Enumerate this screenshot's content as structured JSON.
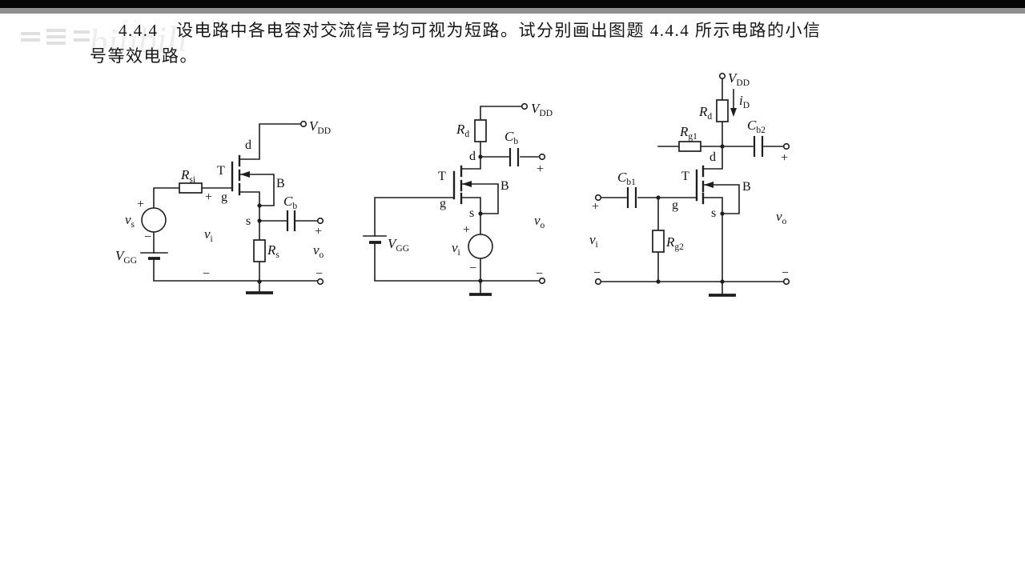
{
  "page": {
    "line1": "4.4.4　设电路中各电容对交流信号均可视为短路。试分别画出图题 4.4.4 所示电路的小信",
    "line2": "号等效电路。"
  },
  "watermark": {
    "script": "bilibili"
  },
  "sym": {
    "plus": "+",
    "minus": "−"
  },
  "c1": {
    "vdd": {
      "main": "V",
      "sub": "DD"
    },
    "rsi": {
      "main": "R",
      "sub": "si"
    },
    "vs": {
      "main": "v",
      "sub": "s"
    },
    "vgg": {
      "main": "V",
      "sub": "GG"
    },
    "vi": {
      "main": "v",
      "sub": "i"
    },
    "rs": {
      "main": "R",
      "sub": "s"
    },
    "cb": {
      "main": "C",
      "sub": "b"
    },
    "vo": {
      "main": "v",
      "sub": "o"
    },
    "t": "T",
    "b": "B",
    "d": "d",
    "g": "g",
    "s": "s"
  },
  "c2": {
    "vdd": {
      "main": "V",
      "sub": "DD"
    },
    "rd": {
      "main": "R",
      "sub": "d"
    },
    "cb": {
      "main": "C",
      "sub": "b"
    },
    "vgg": {
      "main": "V",
      "sub": "GG"
    },
    "vi": {
      "main": "v",
      "sub": "i"
    },
    "vo": {
      "main": "v",
      "sub": "o"
    },
    "t": "T",
    "b": "B",
    "d": "d",
    "g": "g",
    "s": "s"
  },
  "c3": {
    "vdd": {
      "main": "V",
      "sub": "DD"
    },
    "id": {
      "main": "i",
      "sub": "D"
    },
    "rd": {
      "main": "R",
      "sub": "d"
    },
    "rg1": {
      "main": "R",
      "sub": "g1"
    },
    "rg2": {
      "main": "R",
      "sub": "g2"
    },
    "cb1": {
      "main": "C",
      "sub": "b1"
    },
    "cb2": {
      "main": "C",
      "sub": "b2"
    },
    "vi": {
      "main": "v",
      "sub": "i"
    },
    "vo": {
      "main": "v",
      "sub": "o"
    },
    "t": "T",
    "b": "B",
    "d": "d",
    "g": "g",
    "s": "s"
  }
}
